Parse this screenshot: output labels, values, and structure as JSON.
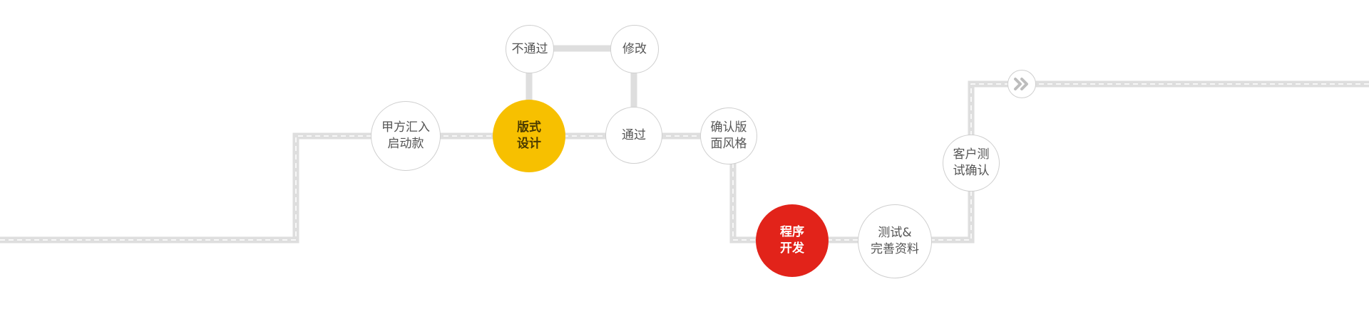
{
  "flow": {
    "nodes": [
      {
        "id": "client-deposit",
        "lines": [
          "甲方汇入",
          "启动款"
        ]
      },
      {
        "id": "layout-design",
        "lines": [
          "版式",
          "设计"
        ],
        "highlight": "yellow",
        "color": "#f7c000"
      },
      {
        "id": "not-approved",
        "lines": [
          "不通过"
        ]
      },
      {
        "id": "revise",
        "lines": [
          "修改"
        ]
      },
      {
        "id": "approved",
        "lines": [
          "通过"
        ]
      },
      {
        "id": "confirm-style",
        "lines": [
          "确认版",
          "面风格"
        ]
      },
      {
        "id": "program-dev",
        "lines": [
          "程序",
          "开发"
        ],
        "highlight": "red",
        "color": "#e2231a"
      },
      {
        "id": "test-refine",
        "lines": [
          "测试&",
          "完善资料"
        ]
      },
      {
        "id": "client-test",
        "lines": [
          "客户测",
          "试确认"
        ]
      }
    ],
    "next_icon": "double-chevron-right-icon",
    "line_color": "#dedede"
  }
}
